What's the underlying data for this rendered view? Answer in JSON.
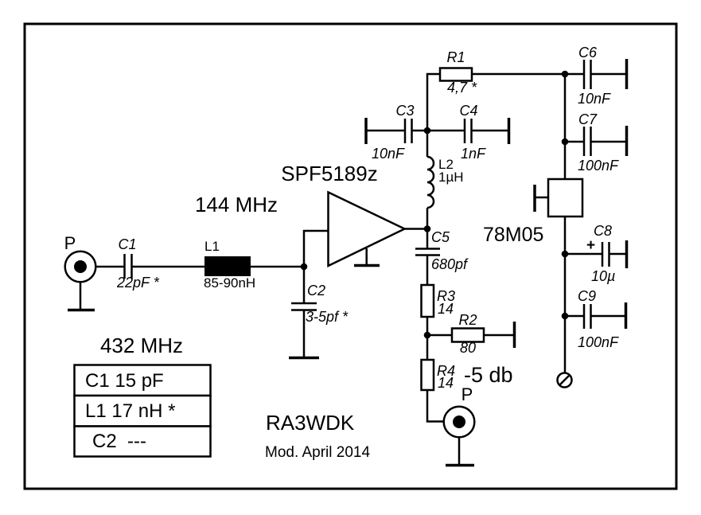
{
  "colors": {
    "ink": "#000000",
    "paper": "#ffffff"
  },
  "schematic": {
    "amplifier_part": "SPF5189z",
    "frequency_primary": "144 MHz",
    "frequency_secondary": "432 MHz",
    "regulator_part": "78M05",
    "attenuation": "-5 db",
    "author": "RA3WDK",
    "revision": "Mod. April 2014",
    "input_port": "P",
    "output_port": "P",
    "c8_polarity": "+"
  },
  "components": {
    "c1": {
      "label": "C1",
      "value": "22pF *"
    },
    "l1": {
      "label": "L1",
      "value": "85-90nH"
    },
    "c2": {
      "label": "C2",
      "value": "3-5pf *"
    },
    "c3": {
      "label": "C3",
      "value": "10nF"
    },
    "c4": {
      "label": "C4",
      "value": "1nF"
    },
    "l2": {
      "label": "L2",
      "value": "1µH"
    },
    "r1": {
      "label": "R1",
      "value": "4,7 *"
    },
    "c5": {
      "label": "C5",
      "value": "680pf"
    },
    "r2": {
      "label": "R2",
      "value": "80"
    },
    "r3": {
      "label": "R3",
      "value": "14"
    },
    "r4": {
      "label": "R4",
      "value": "14"
    },
    "c6": {
      "label": "C6",
      "value": "10nF"
    },
    "c7": {
      "label": "C7",
      "value": "100nF"
    },
    "c8": {
      "label": "C8",
      "value": "10µ"
    },
    "c9": {
      "label": "C9",
      "value": "100nF"
    }
  },
  "table_432mhz": {
    "rows": [
      "C1 15 pF",
      "L1 17 nH *",
      "C2  ---"
    ]
  }
}
